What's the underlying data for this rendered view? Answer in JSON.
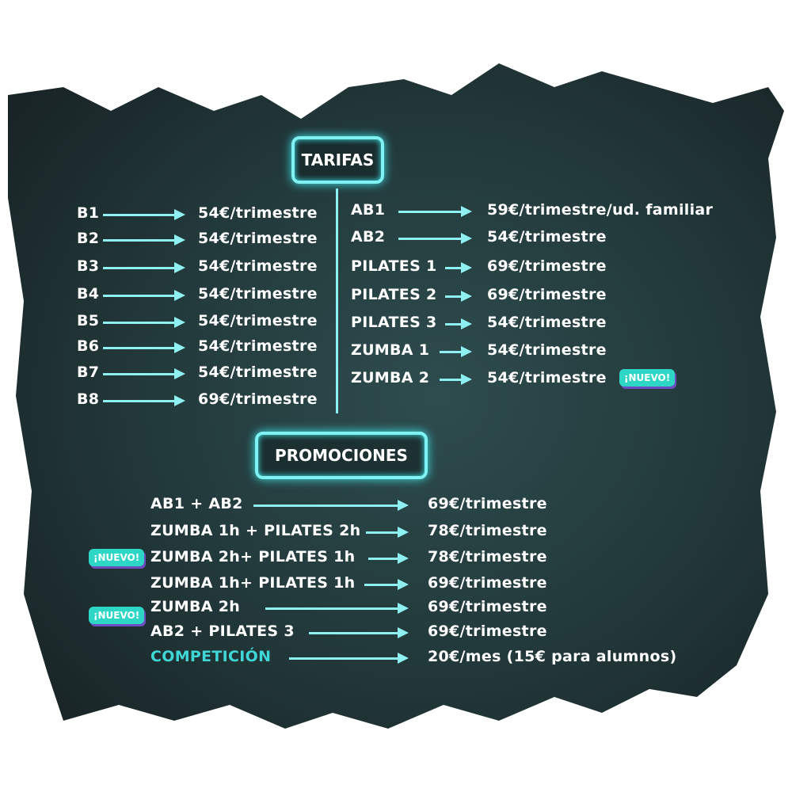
{
  "tarifas_title": "TARIFAS",
  "promociones_title": "PROMOCIONES",
  "left": [
    {
      "label": "B1",
      "price": "54€/trimestre"
    },
    {
      "label": "B2",
      "price": "54€/trimestre"
    },
    {
      "label": "B3",
      "price": "54€/trimestre"
    },
    {
      "label": "B4",
      "price": "54€/trimestre"
    },
    {
      "label": "B5",
      "price": "54€/trimestre"
    },
    {
      "label": "B6",
      "price": "54€/trimestre"
    },
    {
      "label": "B7",
      "price": "54€/trimestre"
    },
    {
      "label": "B8",
      "price": "69€/trimestre"
    }
  ],
  "right": [
    {
      "label": "AB1",
      "price": "59€/trimestre/ud. familiar"
    },
    {
      "label": "AB2",
      "price": "54€/trimestre"
    },
    {
      "label": "PILATES 1",
      "price": "69€/trimestre"
    },
    {
      "label": "PILATES 2",
      "price": "69€/trimestre"
    },
    {
      "label": "PILATES 3",
      "price": "54€/trimestre"
    },
    {
      "label": "ZUMBA 1",
      "price": "54€/trimestre"
    },
    {
      "label": "ZUMBA 2",
      "price": "54€/trimestre"
    }
  ],
  "promos": [
    {
      "label": "AB1 + AB2",
      "price": "69€/trimestre"
    },
    {
      "label": "ZUMBA 1h + PILATES 2h",
      "price": "78€/trimestre"
    },
    {
      "label": "ZUMBA 2h+ PILATES  1h",
      "price": "78€/trimestre"
    },
    {
      "label": "ZUMBA 1h+ PILATES  1h",
      "price": "69€/trimestre"
    },
    {
      "label": "ZUMBA 2h",
      "price": "69€/trimestre"
    },
    {
      "label": "AB2 + PILATES 3",
      "price": "69€/trimestre"
    },
    {
      "label": "COMPETICIÓN",
      "price": "20€/mes (15€ para alumnos)"
    }
  ],
  "badge": "¡NUEVO!",
  "colors": {
    "accent": "#8ff0f2",
    "badge": "#2ed6c5",
    "competicion": "#3fd6d6"
  }
}
